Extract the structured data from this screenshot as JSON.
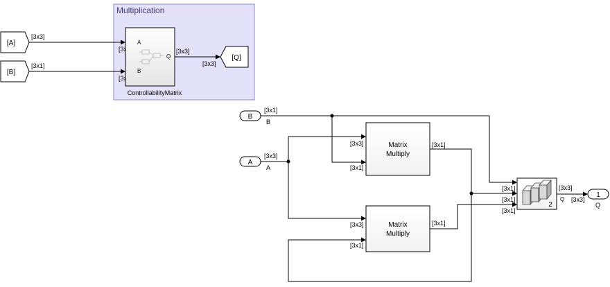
{
  "area": {
    "title": "Multiplication"
  },
  "from_tags": {
    "a": "[A]",
    "b": "[B]"
  },
  "goto_tag": "[Q]",
  "subsystem": {
    "name": "ControllabilityMatrix",
    "in_port_a": "A",
    "in_port_b": "B",
    "out_port_q": "Q"
  },
  "top_signals": {
    "a_out": "[3x3]",
    "a_in": "[3x3]",
    "b_out": "[3x1]",
    "b_in": "[3x1]",
    "q_out": "[3x3]",
    "q_in": "[3x3]"
  },
  "inports": [
    {
      "number": "B",
      "name": "B",
      "signal": "[3x1]"
    },
    {
      "number": "A",
      "name": "A",
      "signal": "[3x3]"
    }
  ],
  "multiply_blocks": [
    {
      "line1": "Matrix",
      "line2": "Multiply",
      "in1": "[3x3]",
      "in2": "[3x1]",
      "out": "[3x1]"
    },
    {
      "line1": "Matrix",
      "line2": "Multiply",
      "in1": "[3x3]",
      "in2": "[3x1]",
      "out": "[3x1]"
    }
  ],
  "concat": {
    "dim": "2",
    "in1": "[3x1]",
    "in2": "[3x1]",
    "in3": "[3x1]",
    "out_port": "Q",
    "out_signal": "[3x3]"
  },
  "outport": {
    "number": "1",
    "name": "Q",
    "signal": "[3x3]"
  }
}
